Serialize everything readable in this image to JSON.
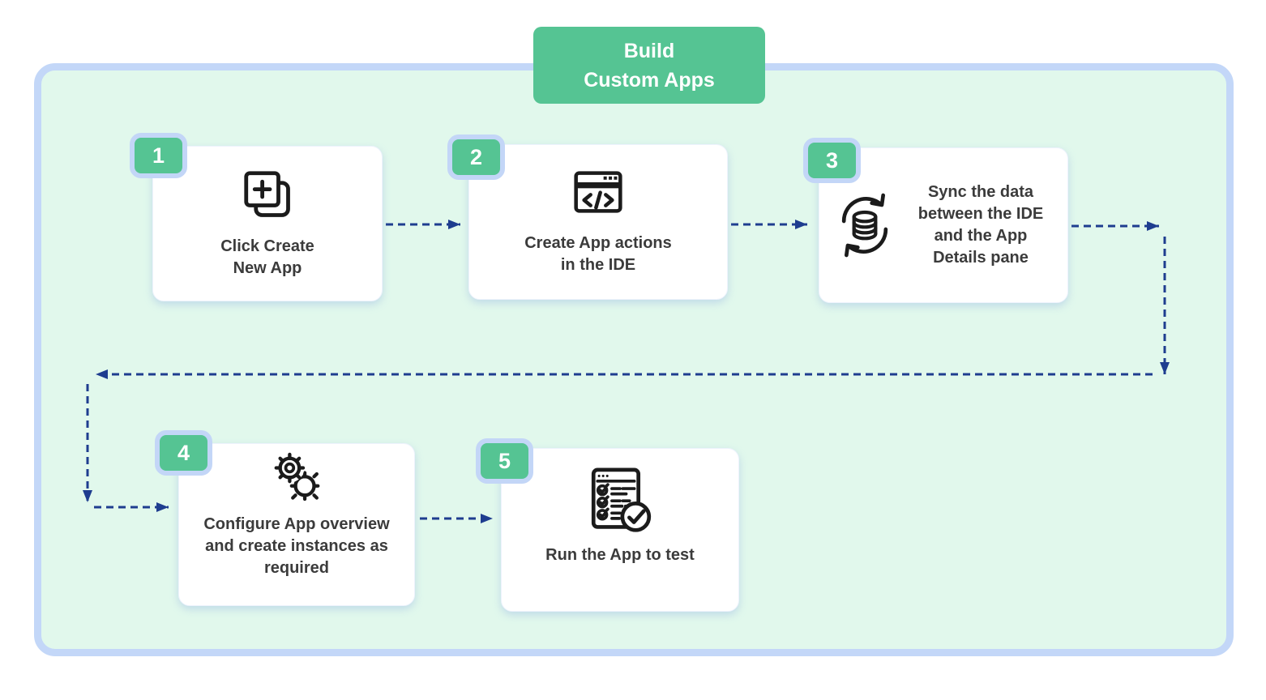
{
  "title": {
    "label": "Build\nCustom Apps"
  },
  "steps": [
    {
      "number": "1",
      "label": "Click Create\nNew App",
      "icon": "add-app-icon"
    },
    {
      "number": "2",
      "label": "Create App actions\nin the IDE",
      "icon": "code-window-icon"
    },
    {
      "number": "3",
      "label": "Sync the data\nbetween the IDE\nand the App\nDetails pane",
      "icon": "sync-database-icon"
    },
    {
      "number": "4",
      "label": "Configure App overview\nand create instances as\nrequired",
      "icon": "gears-icon"
    },
    {
      "number": "5",
      "label": "Run the App to test",
      "icon": "checklist-check-icon"
    }
  ],
  "flow": [
    "step-1 -> step-2",
    "step-2 -> step-3",
    "step-3 -> step-4",
    "step-4 -> step-5"
  ],
  "colors": {
    "accent_green": "#55c493",
    "frame_border_blue": "#c3d7f8",
    "frame_background_mint": "#e1f8ec",
    "badge_ring_blue": "#c3d6f7",
    "arrow_navy": "#1e3d8f",
    "card_background": "#ffffff",
    "text_dark": "#3b3b3b"
  }
}
